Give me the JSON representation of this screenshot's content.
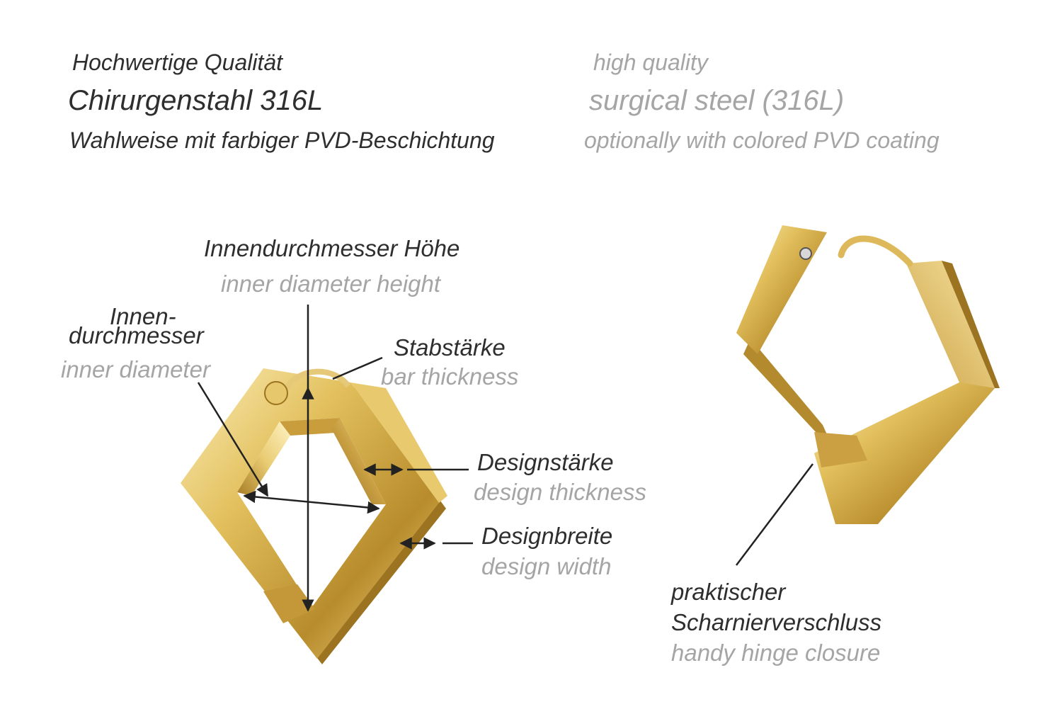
{
  "header": {
    "quality_de": "Hochwertige Qualität",
    "quality_en": "high quality",
    "steel_de": "Chirurgenstahl 316L",
    "steel_en": "surgical steel (316L)",
    "coating_de": "Wahlweise mit farbiger PVD-Beschichtung",
    "coating_en": "optionally with colored PVD coating"
  },
  "labels": {
    "inner_height_de": "Innendurchmesser Höhe",
    "inner_height_en": "inner diameter height",
    "inner_diameter_de_line1": "Innen-",
    "inner_diameter_de_line2": "durchmesser",
    "inner_diameter_en": "inner diameter",
    "bar_thickness_de": "Stabstärke",
    "bar_thickness_en": "bar thickness",
    "design_thickness_de": "Designstärke",
    "design_thickness_en": "design thickness",
    "design_width_de": "Designbreite",
    "design_width_en": "design width",
    "hinge_de_line1": "praktischer",
    "hinge_de_line2": "Scharnierverschluss",
    "hinge_en": "handy hinge closure"
  },
  "colors": {
    "gold_light": "#f6e3a0",
    "gold_mid": "#d9b44f",
    "gold_dark": "#8f6a1c",
    "german_text": "#2e2e2e",
    "english_text": "#a5a5a5"
  }
}
